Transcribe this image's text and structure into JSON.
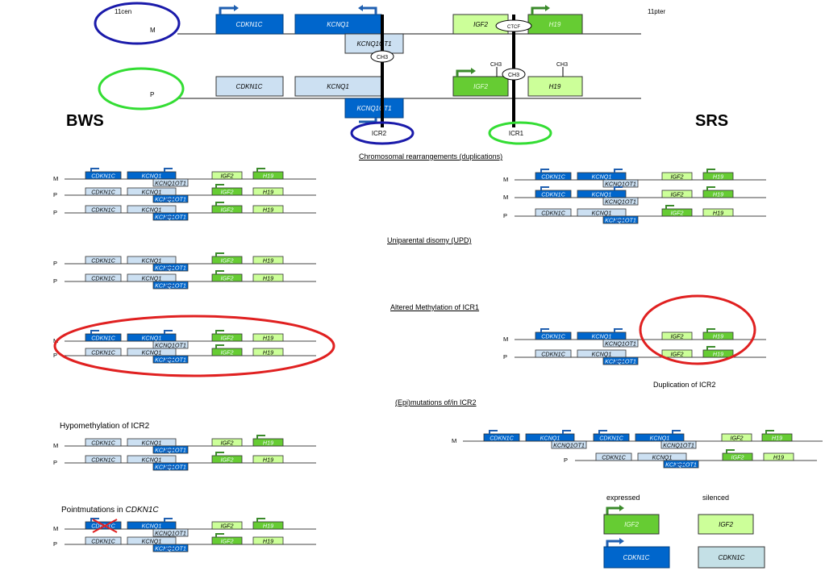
{
  "colors": {
    "pat_active_blue": "#0066cc",
    "silenced_blue": "#cce0f2",
    "expressed_green": "#66cc33",
    "silenced_green": "#ccff99",
    "methylation_green_circle": "#33cc33",
    "icr2_blue_circle": "#1a1aaa",
    "alteration_red": "#e02020"
  },
  "top": {
    "cen_label": "11cen",
    "pter_label": "11pter",
    "m_label": "M",
    "p_label": "P",
    "bws": "BWS",
    "srs": "SRS",
    "icr1": "ICR1",
    "icr2": "ICR2",
    "ctcf": "CTCF",
    "ch3": "CH3",
    "genes": {
      "cdkn1c": "CDKN1C",
      "kcnq1": "KCNQ1",
      "kcnq1ot1": "KCNQ1OT1",
      "igf2": "IGF2",
      "h19": "H19"
    }
  },
  "sections": {
    "duplications": "Chromosomal rearrangements (duplications)",
    "upd": "Uniparental disomy (UPD)",
    "icr1_methylation": "Altered Methylation of ICR1",
    "icr2_mutations": "(Epi)mutations of/in ICR2",
    "hypomethylation_icr2": "Hypomethylation of ICR2",
    "pointmutations_prefix": "Pointmutations in ",
    "pointmutations_gene": "CDKN1C",
    "duplication_icr2": "Duplication of ICR2"
  },
  "mini_genes": {
    "cdkn1c": "CDKN1C",
    "kcnq1": "KCNQ1",
    "kcnq1ot1": "KCNQ1OT1",
    "igf2": "IGF2",
    "h19": "H19"
  },
  "legend": {
    "expressed": "expressed",
    "silenced": "silenced",
    "igf2": "IGF2",
    "cdkn1c": "CDKN1C"
  }
}
